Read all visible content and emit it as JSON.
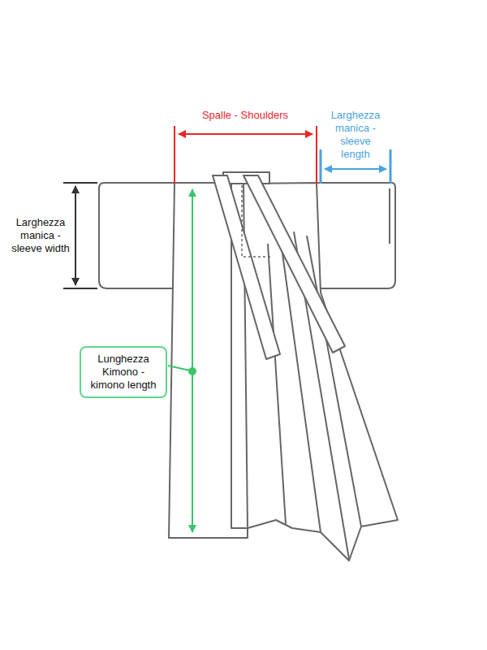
{
  "diagram": {
    "nodes": [
      {
        "text": [
          "Lunghezza Kimono - kimono length"
        ]
      }
    ],
    "labels": [
      "Spalle - Shoulders",
      "Larghezza manica - sleeve length",
      "Larghezza manica - sleeve width"
    ]
  }
}
